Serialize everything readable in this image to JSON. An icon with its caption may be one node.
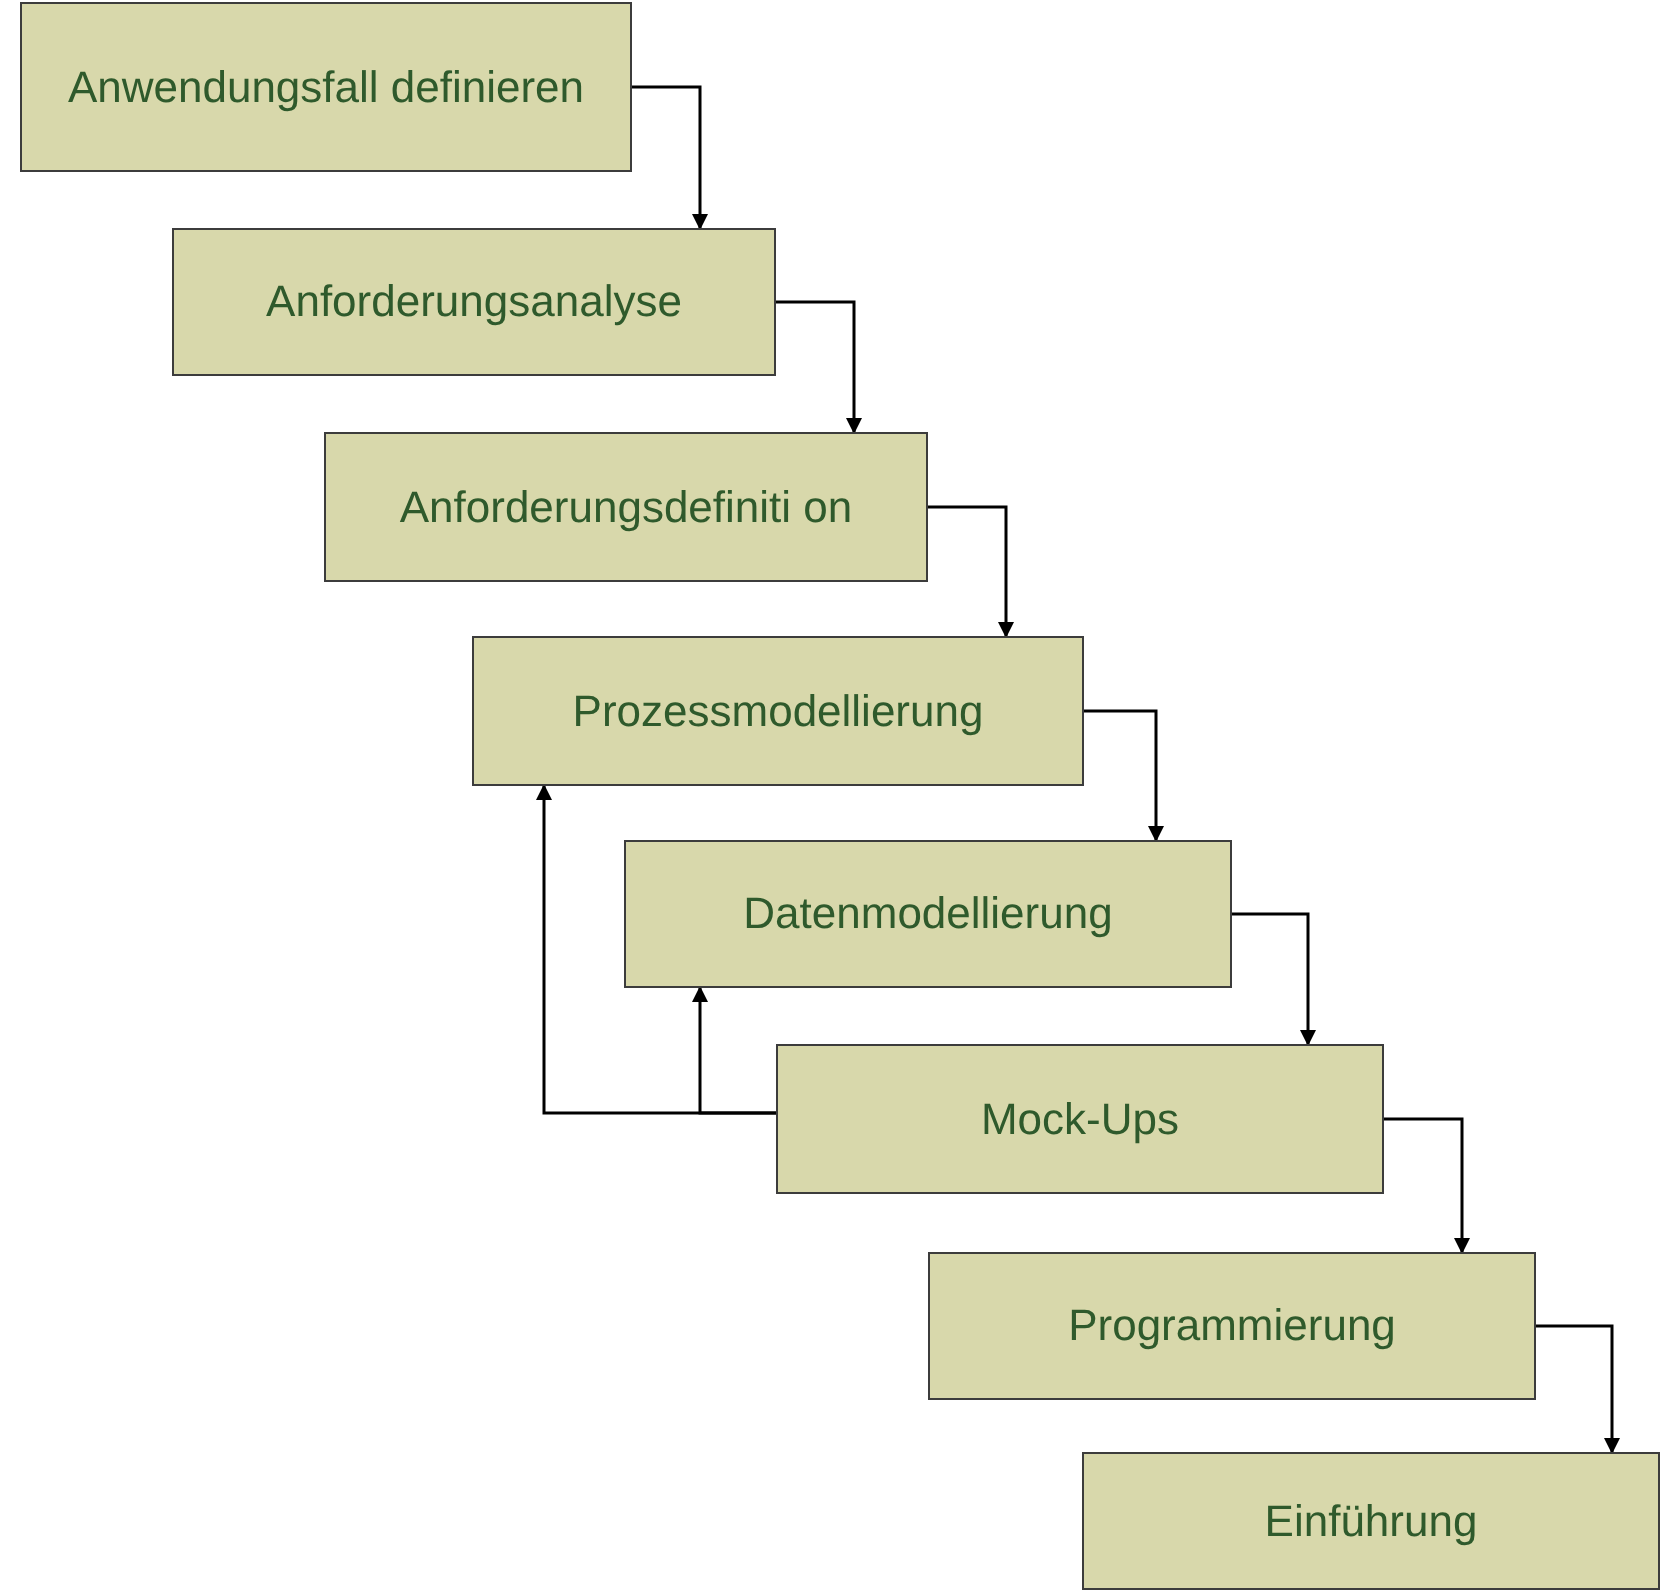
{
  "diagram": {
    "nodes": [
      {
        "text": [
          "Anwendungsfall definieren"
        ]
      },
      {
        "text": [
          "Anforderungsanalyse"
        ]
      },
      {
        "text": [
          "Anforderungsdefiniti on"
        ]
      },
      {
        "text": [
          "Prozessmodellierung"
        ]
      },
      {
        "text": [
          "Datenmodellierung"
        ]
      },
      {
        "text": [
          "Mock-Ups"
        ]
      },
      {
        "text": [
          "Programmierung"
        ]
      },
      {
        "text": [
          "Einführung"
        ]
      }
    ],
    "edges": [
      {
        "from": 0,
        "to": 1,
        "arrow": "to"
      },
      {
        "from": 1,
        "to": 2,
        "arrow": "to"
      },
      {
        "from": 2,
        "to": 3,
        "arrow": "to"
      },
      {
        "from": 3,
        "to": 4,
        "arrow": "to"
      },
      {
        "from": 4,
        "to": 5,
        "arrow": "to"
      },
      {
        "from": 5,
        "to": 6,
        "arrow": "to"
      },
      {
        "from": 6,
        "to": 7,
        "arrow": "to"
      },
      {
        "from": 5,
        "to": 3,
        "arrow": "to"
      },
      {
        "from": 5,
        "to": 4,
        "arrow": "to"
      }
    ]
  }
}
